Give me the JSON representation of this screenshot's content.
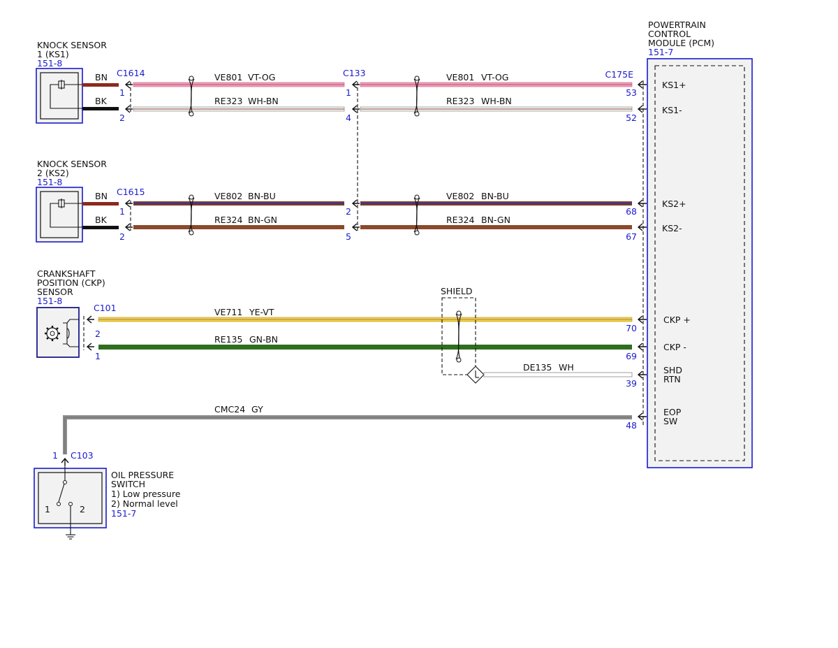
{
  "colors": {
    "ref_blue": "#1a1acc",
    "vt_og": "#f0a0c0",
    "wh_bn": "#f4f4f4",
    "bn_bu": "#7a3e2a",
    "bn_gn": "#8b4a2b",
    "ye_vt": "#f2d23c",
    "gn_bn": "#2e6e1e",
    "gy": "#8c8c8c",
    "wh": "#ffffff"
  },
  "pcm": {
    "title_lines": [
      "POWERTRAIN",
      "CONTROL",
      "MODULE (PCM)"
    ],
    "ref": "151-7",
    "connector": "C175E",
    "pins": [
      {
        "pin": "53",
        "label": "KS1+"
      },
      {
        "pin": "52",
        "label": "KS1-"
      },
      {
        "pin": "68",
        "label": "KS2+"
      },
      {
        "pin": "67",
        "label": "KS2-"
      },
      {
        "pin": "70",
        "label": "CKP +"
      },
      {
        "pin": "69",
        "label": "CKP -"
      },
      {
        "pin": "39",
        "label": "SHD",
        "label2": "RTN"
      },
      {
        "pin": "48",
        "label": "EOP",
        "label2": "SW"
      }
    ]
  },
  "ks1": {
    "title_lines": [
      "KNOCK SENSOR",
      "1 (KS1)"
    ],
    "ref": "151-8",
    "connector": "C1614",
    "wires": [
      {
        "color_code": "BN",
        "pin": "1"
      },
      {
        "color_code": "BK",
        "pin": "2"
      }
    ]
  },
  "ks2": {
    "title_lines": [
      "KNOCK SENSOR",
      "2 (KS2)"
    ],
    "ref": "151-8",
    "connector": "C1615",
    "wires": [
      {
        "color_code": "BN",
        "pin": "1"
      },
      {
        "color_code": "BK",
        "pin": "2"
      }
    ]
  },
  "inline": {
    "connector": "C133",
    "pins": [
      "1",
      "4",
      "2",
      "5"
    ]
  },
  "circuits": [
    {
      "circuit": "VE801",
      "color": "VT-OG"
    },
    {
      "circuit": "RE323",
      "color": "WH-BN"
    },
    {
      "circuit": "VE802",
      "color": "BN-BU"
    },
    {
      "circuit": "RE324",
      "color": "BN-GN"
    },
    {
      "circuit": "VE711",
      "color": "YE-VT"
    },
    {
      "circuit": "RE135",
      "color": "GN-BN"
    },
    {
      "circuit": "DE135",
      "color": "WH"
    },
    {
      "circuit": "CMC24",
      "color": "GY"
    }
  ],
  "ckp": {
    "title_lines": [
      "CRANKSHAFT",
      "POSITION (CKP)",
      "SENSOR"
    ],
    "ref": "151-8",
    "connector": "C101",
    "pins": [
      "2",
      "1"
    ]
  },
  "shield_label": "SHIELD",
  "oil_switch": {
    "title_lines": [
      "OIL PRESSURE",
      "SWITCH",
      "1) Low pressure",
      "2) Normal level"
    ],
    "ref": "151-7",
    "connector": "C103",
    "connector_pin": "1",
    "positions": [
      "1",
      "2"
    ]
  }
}
